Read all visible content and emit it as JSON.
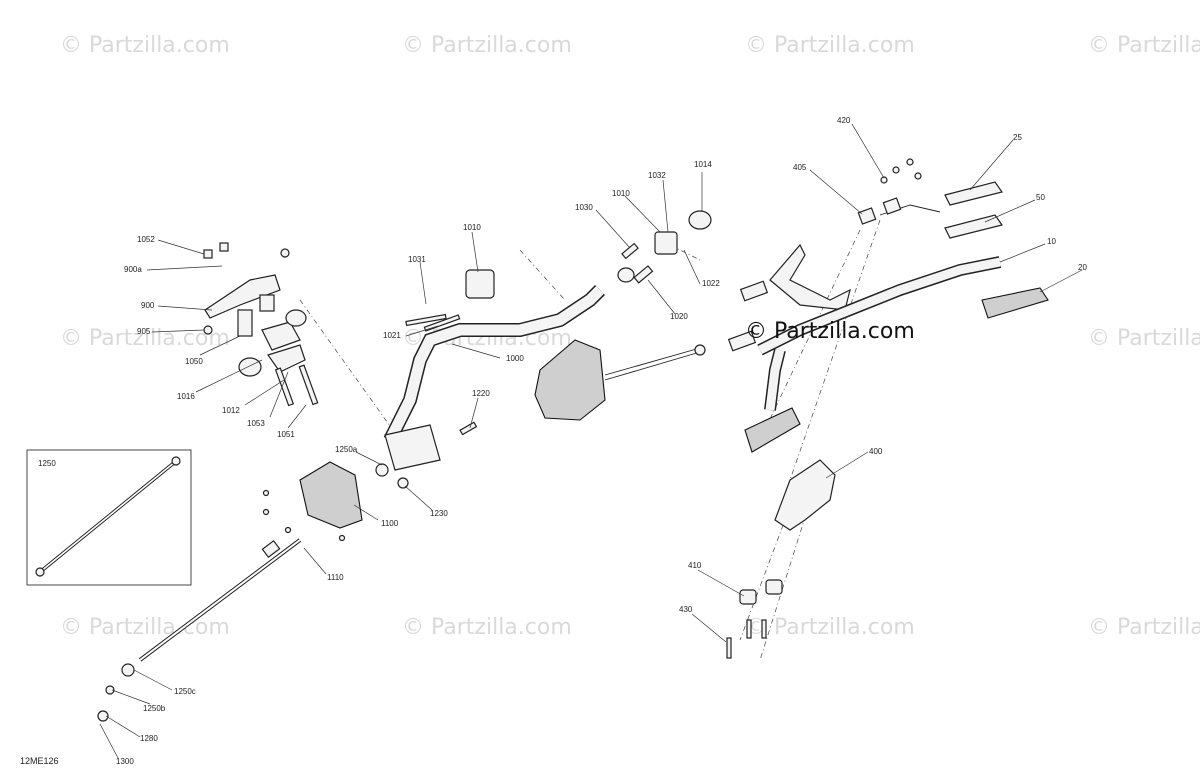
{
  "diagram_code": "12ME126",
  "watermarks": [
    "© Partzilla.com",
    "© Partzilla.com",
    "© Partzilla.com",
    "© Partzilla.com",
    "© Partzilla.com",
    "© Partzilla.com",
    "© Partzilla.com",
    "© Partzilla.com",
    "© Partzilla.com",
    "© Partzilla.com",
    "© Partzilla.com"
  ],
  "center_watermark": "© Partzilla.com",
  "inset_box_label": "1250",
  "callouts": [
    "1052",
    "900a",
    "900",
    "905",
    "1050",
    "1016",
    "1012",
    "1053",
    "1051",
    "1031",
    "1010",
    "1021",
    "1000",
    "1030",
    "1010",
    "1032",
    "1014",
    "1022",
    "1020",
    "1220",
    "1250a",
    "1230",
    "1100",
    "1110",
    "1250c",
    "1250b",
    "1280",
    "1300",
    "420",
    "405",
    "25",
    "50",
    "10",
    "20",
    "400",
    "410",
    "430"
  ],
  "colors": {
    "line": "#222222",
    "watermark": "#d9d9d9",
    "background": "#ffffff"
  }
}
